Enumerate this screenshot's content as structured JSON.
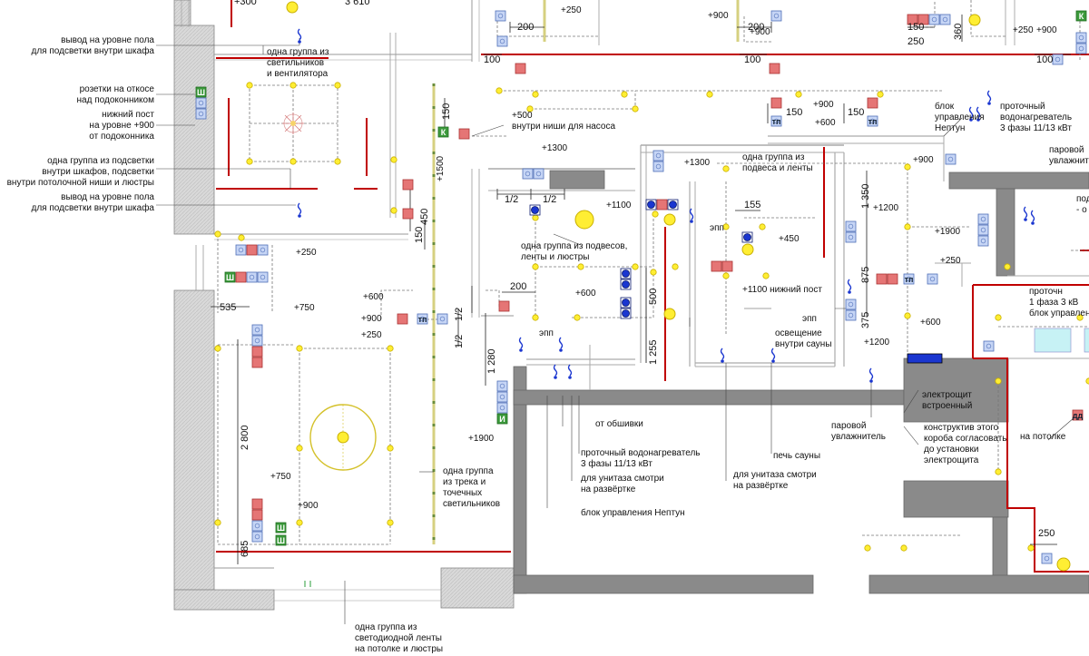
{
  "callouts_left": [
    {
      "id": "floor-out-1",
      "text": "вывод на уровне пола\nдля подсветки внутри шкафа"
    },
    {
      "id": "sockets-slope",
      "text": "розетки на откосе\nнад подоконником"
    },
    {
      "id": "lower-post",
      "text": "нижний пост\nна уровне +900\nот подоконника"
    },
    {
      "id": "group-cabinets",
      "text": "одна группа из подсветки\nвнутри шкафов, подсветки\nвнутри потолочной ниши и люстры"
    },
    {
      "id": "floor-out-2",
      "text": "вывод на уровне пола\nдля подсветки внутри шкафа"
    }
  ],
  "notes": {
    "group_lights_fan": "одна группа из\nсветильников\nи вентилятора",
    "pump_niche": "+500\nвнутри ниши для насоса",
    "group_suspension": "одна группа из подвесов,\nленты и люстры",
    "group_suspension2": "одна группа из\nподвеса и ленты",
    "neptun_block_top": "блок\nуправления\nНептун",
    "water_heater_top": "проточный\nводонагреватель\n3 фазы 11/13 кВт",
    "steam_top": "паровой\nувлажнит",
    "right_partial1": "под\n- о",
    "right_heater_partial": "проточн\n1 фаза 3 кВ\nблок управлен",
    "lower_post_1100": "+1100 нижний пост",
    "sauna_light": "освещение\nвнутри сауны",
    "from_cladding": "от обшивки",
    "water_heater_bottom": "проточный водонагреватель\n3 фазы 11/13 кВт",
    "wc_1": "для унитаза смотри\nна развёртке",
    "neptun_bottom": "блок управления Нептун",
    "wc_2": "для унитаза смотри\nна развёртке",
    "sauna_stove": "печь сауны",
    "steam_bottom": "паровой\nувлажнитель",
    "electric_panel": "электрощит\nвстроенный",
    "box_note": "конструктив этого\nкороба согласовать\nдо установки\nэлектрощита",
    "on_ceiling": "на потолке",
    "group_track": "одна группа\nиз трека и\nточечных\nсветильников",
    "group_led": "одна группа из\nсветодиодной ленты\nна потолке и люстры",
    "epp1": "эпп",
    "epp2": "эпп",
    "epp3": "эпп"
  },
  "heights": [
    "+250",
    "+900",
    "+250",
    "+1300",
    "+1300",
    "+1100",
    "+450",
    "+900",
    "+600",
    "+1200",
    "+1900",
    "+250",
    "+600",
    "+1200",
    "+250",
    "+900",
    "+750",
    "+600",
    "+900",
    "+250",
    "+600",
    "+1900",
    "+750",
    "+900",
    "+900",
    "+1500",
    "+900"
  ],
  "dims": [
    "200",
    "100",
    "200",
    "100",
    "100",
    "360",
    "250",
    "150",
    "150",
    "1/2",
    "1/2",
    "200",
    "1/2",
    "1/2",
    "155",
    "1 350",
    "875",
    "375",
    "500",
    "1 255",
    "1 280",
    "2 800",
    "685",
    "535",
    "450",
    "150",
    "150",
    "150",
    "250"
  ],
  "tags": {
    "sh": "Ш",
    "k": "К",
    "i": "И",
    "tp": "тп",
    "dd": "дд"
  },
  "partial_top": [
    "+300",
    "3 610"
  ]
}
